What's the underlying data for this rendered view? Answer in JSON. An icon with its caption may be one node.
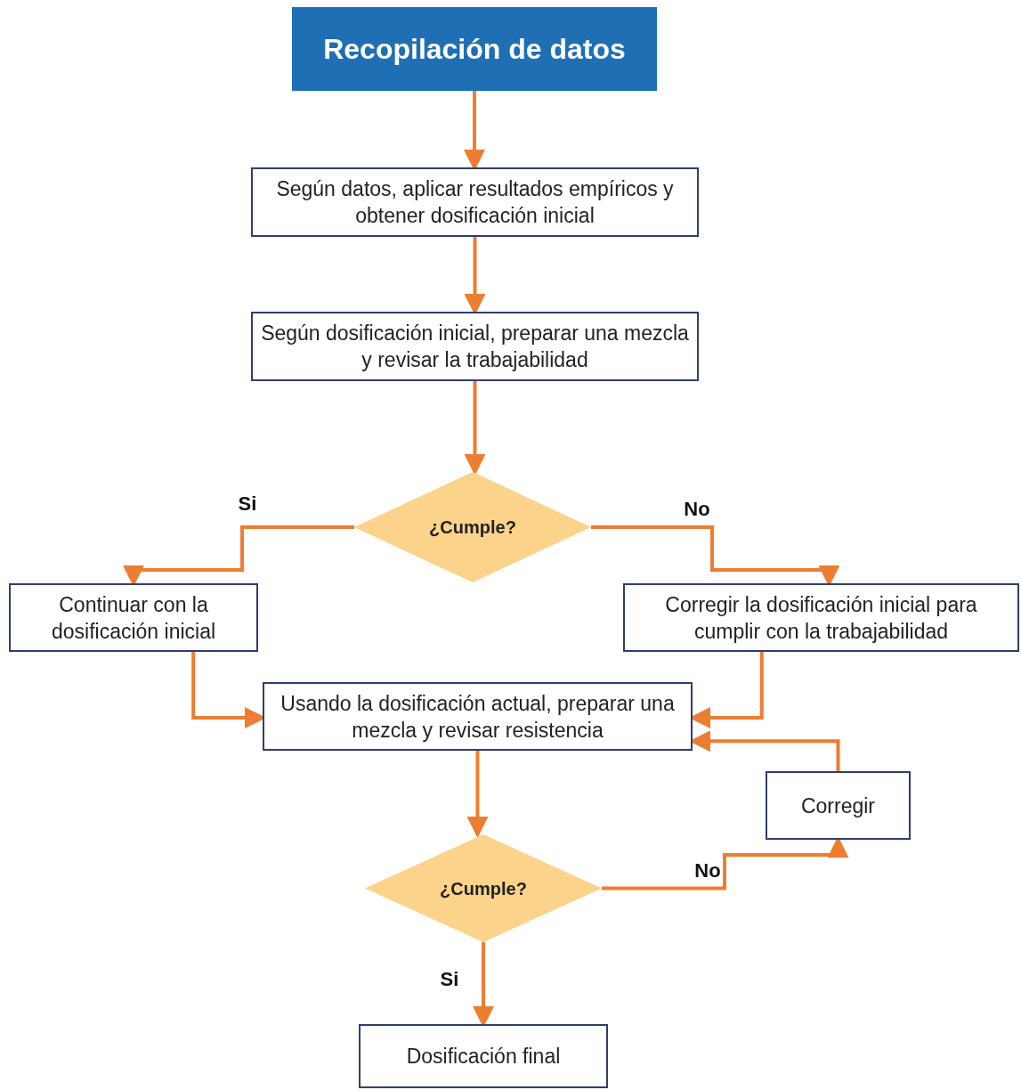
{
  "diagram": {
    "nodes": [
      {
        "text": [
          "Recopilación de datos"
        ]
      },
      {
        "text": [
          "Según datos, aplicar resultados empíricos y obtener dosificación inicial"
        ]
      },
      {
        "text": [
          "Según dosificación inicial, preparar una mezcla y revisar la trabajabilidad"
        ]
      },
      {
        "text": [
          "¿Cumple?"
        ]
      },
      {
        "text": [
          "Continuar con la dosificación inicial"
        ]
      },
      {
        "text": [
          "Corregir la dosificación inicial para cumplir con la trabajabilidad"
        ]
      },
      {
        "text": [
          "Usando la dosificación actual, preparar una mezcla y revisar resistencia"
        ]
      },
      {
        "text": [
          "Corregir"
        ]
      },
      {
        "text": [
          "¿Cumple?"
        ]
      },
      {
        "text": [
          "Dosificación final"
        ]
      }
    ],
    "edges": [
      {
        "from": 0,
        "to": 1,
        "arrow": "to"
      },
      {
        "from": 1,
        "to": 2,
        "arrow": "to"
      },
      {
        "from": 2,
        "to": 3,
        "arrow": "to"
      },
      {
        "from": 3,
        "to": 4,
        "arrow": "to",
        "label": "Si"
      },
      {
        "from": 3,
        "to": 5,
        "arrow": "to",
        "label": "No"
      },
      {
        "from": 4,
        "to": 6,
        "arrow": "to"
      },
      {
        "from": 5,
        "to": 6,
        "arrow": "to"
      },
      {
        "from": 6,
        "to": 8,
        "arrow": "to"
      },
      {
        "from": 8,
        "to": 7,
        "arrow": "to",
        "label": "No"
      },
      {
        "from": 7,
        "to": 6,
        "arrow": "to"
      },
      {
        "from": 8,
        "to": 9,
        "arrow": "to",
        "label": "Si"
      }
    ]
  }
}
